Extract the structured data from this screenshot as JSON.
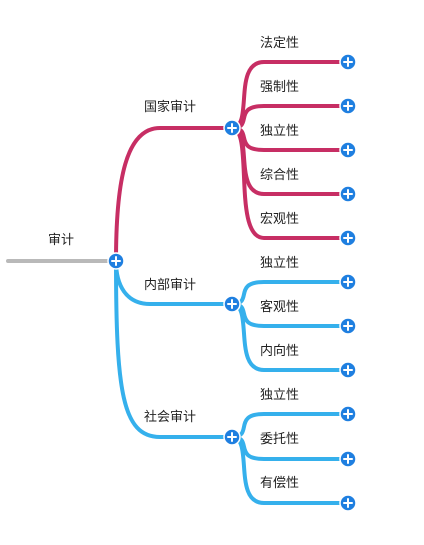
{
  "colors": {
    "root_line": "#b9b9b9",
    "branch_national": "#c72e64",
    "branch_internal": "#35b0ec",
    "branch_social": "#35b0ec",
    "toggle_button": "#1f7fe0"
  },
  "mindmap": {
    "root": {
      "label": "审计"
    },
    "branches": [
      {
        "label": "国家审计",
        "children": [
          "法定性",
          "强制性",
          "独立性",
          "综合性",
          "宏观性"
        ]
      },
      {
        "label": "内部审计",
        "children": [
          "独立性",
          "客观性",
          "内向性"
        ]
      },
      {
        "label": "社会审计",
        "children": [
          "独立性",
          "委托性",
          "有偿性"
        ]
      }
    ]
  }
}
